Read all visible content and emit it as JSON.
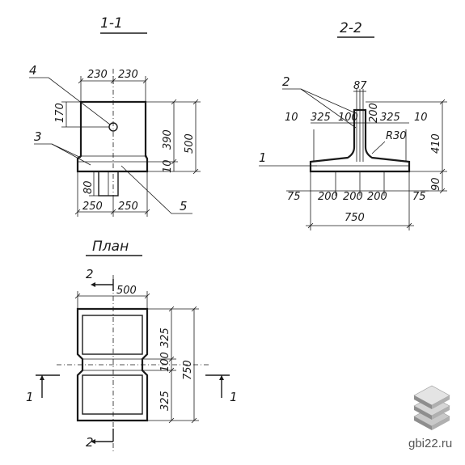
{
  "sections": {
    "s11": {
      "title": "1-1",
      "dims": [
        "230",
        "230",
        "170",
        "390",
        "500",
        "10",
        "80",
        "250",
        "250"
      ],
      "callouts": [
        "4",
        "3",
        "5"
      ]
    },
    "s22": {
      "title": "2-2",
      "dims": [
        "87",
        "325",
        "100",
        "200",
        "325",
        "10",
        "10",
        "410",
        "R30",
        "75",
        "200",
        "200",
        "200",
        "75",
        "90",
        "750"
      ],
      "callouts": [
        "2",
        "1"
      ]
    },
    "plan": {
      "title": "План",
      "dims": [
        "500",
        "325",
        "100",
        "325",
        "750"
      ],
      "cut_marks": [
        "2",
        "2",
        "1",
        "1"
      ]
    }
  },
  "watermark": {
    "text": "gbi22.ru",
    "icon": "stacked-slabs-icon"
  }
}
